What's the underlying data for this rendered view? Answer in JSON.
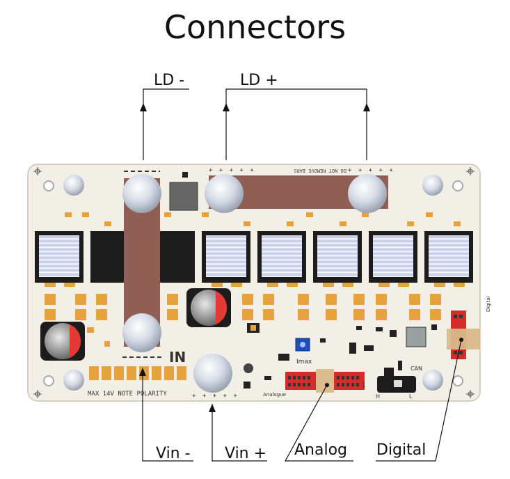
{
  "title": "Connectors",
  "labels": {
    "ld_minus": "LD -",
    "ld_plus": "LD +",
    "vin_minus": "Vin -",
    "vin_plus": "Vin +",
    "analog": "Analog",
    "digital": "Digital"
  },
  "board": {
    "silk_top": "DO NOT REMOVE BARS",
    "silk_bottom": "MAX 14V NOTE POLARITY",
    "in_label": "IN",
    "imax": "Imax",
    "analogue": "Analogue",
    "can": "CAN",
    "digital_small": "Digital",
    "h": "H",
    "l": "L",
    "one": "1",
    "plus_marks": "+ + + + +",
    "minus_marks": "- - - - -"
  }
}
